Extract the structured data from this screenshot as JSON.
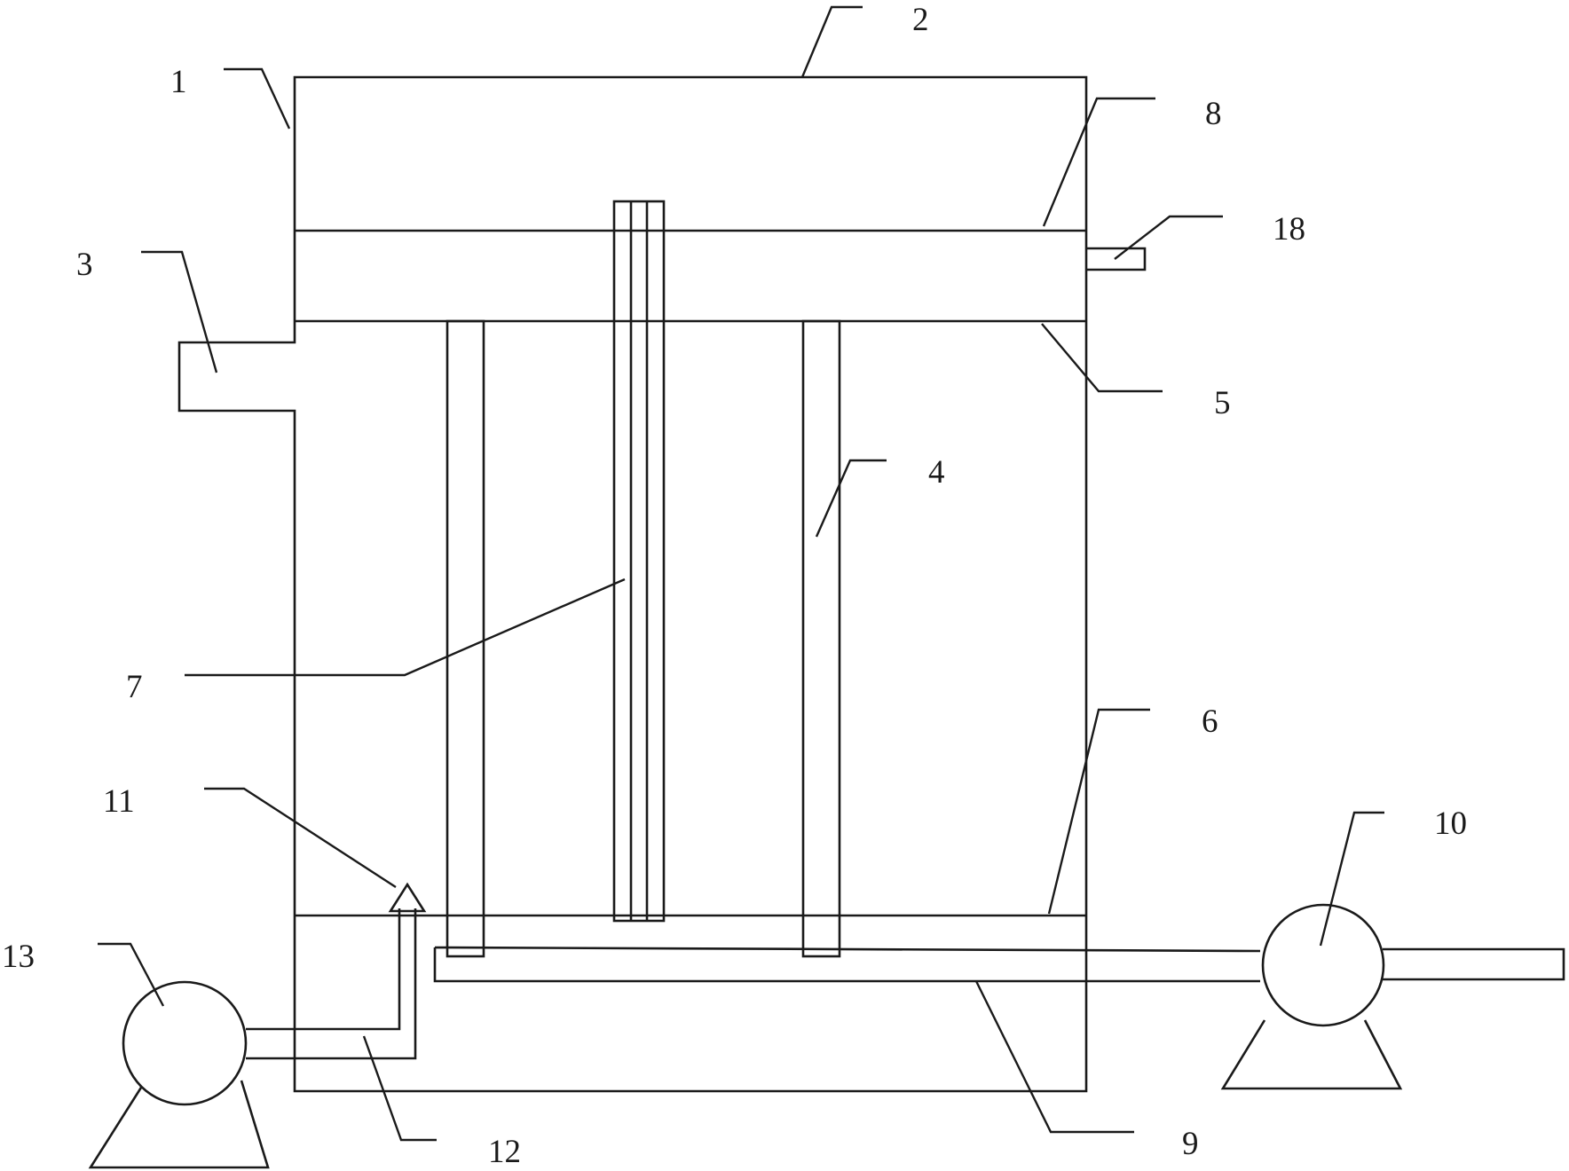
{
  "diagram": {
    "labels": {
      "n1": "1",
      "n2": "2",
      "n3": "3",
      "n4": "4",
      "n5": "5",
      "n6": "6",
      "n7": "7",
      "n8": "8",
      "n9": "9",
      "n10": "10",
      "n11": "11",
      "n12": "12",
      "n13": "13",
      "n18": "18"
    }
  }
}
